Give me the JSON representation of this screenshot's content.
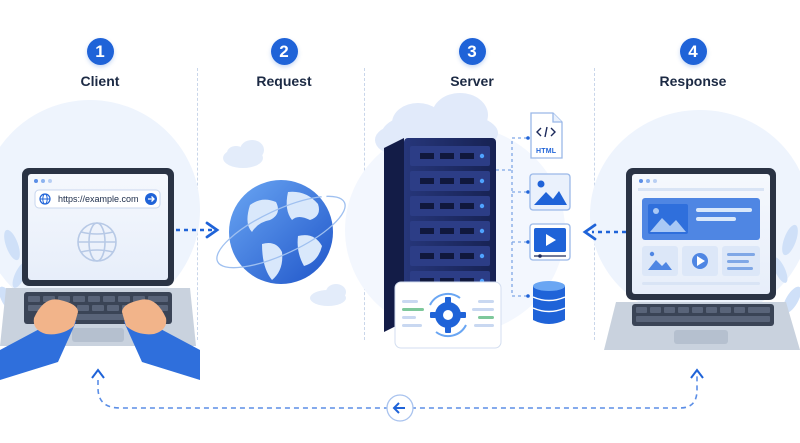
{
  "steps": [
    {
      "number": "1",
      "label": "Client"
    },
    {
      "number": "2",
      "label": "Request"
    },
    {
      "number": "3",
      "label": "Server"
    },
    {
      "number": "4",
      "label": "Response"
    }
  ],
  "browser": {
    "url": "https://example.com"
  },
  "file_badge": {
    "label": "HTML"
  },
  "colors": {
    "primary": "#1f63d8",
    "light_blue": "#dbe8fb",
    "soft_blue": "#eef4fd",
    "server_dark": "#1c2a5c",
    "text_dark": "#1c2a44"
  },
  "icons": [
    "globe-icon",
    "code-file-icon",
    "image-icon",
    "video-icon",
    "database-icon",
    "gear-icon",
    "cloud-icon",
    "arrow-right-icon",
    "arrow-left-icon"
  ]
}
